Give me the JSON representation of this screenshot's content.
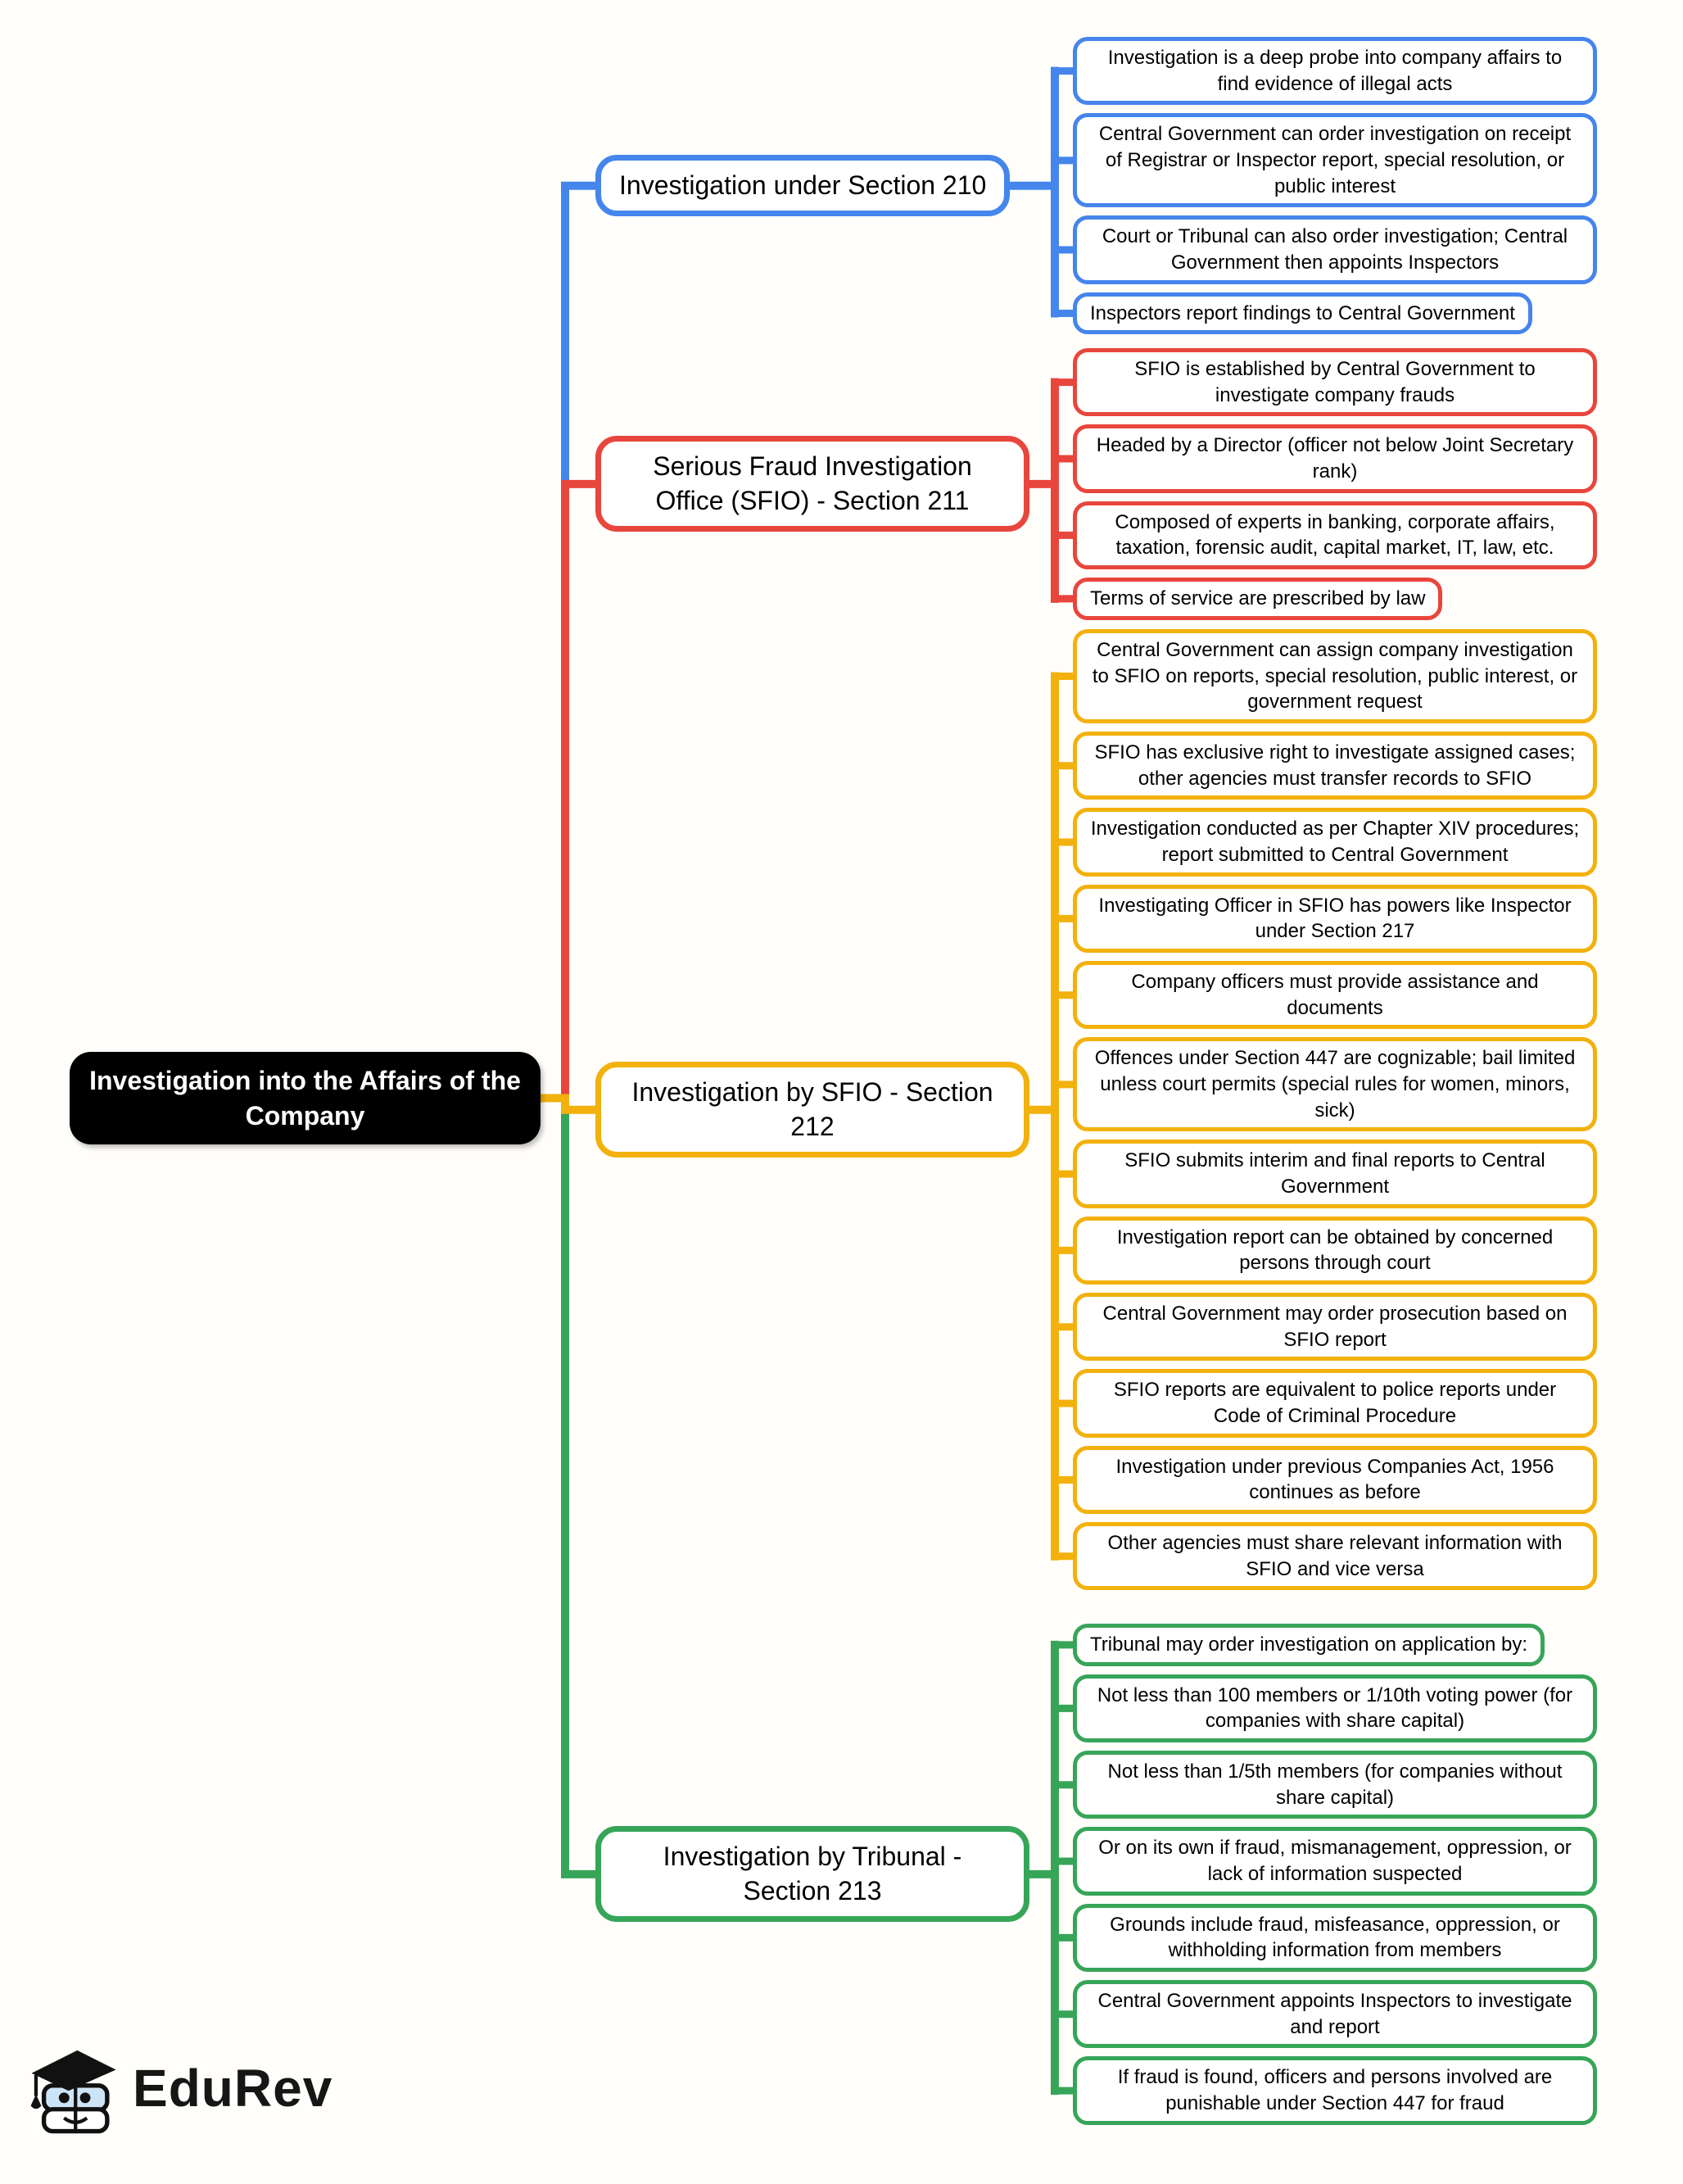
{
  "root": {
    "title": "Investigation into the Affairs of the Company",
    "fill": "#000000",
    "text_color": "#FFFFFF"
  },
  "branches": [
    {
      "label": "Investigation under Section 210",
      "color": "#4585EC",
      "leaves": [
        "Investigation is a deep probe into company affairs to find evidence of illegal acts",
        "Central Government can order investigation on receipt of Registrar or Inspector report, special resolution, or public interest",
        "Court or Tribunal can also order investigation; Central Government then appoints Inspectors",
        "Inspectors report findings to Central Government"
      ]
    },
    {
      "label": "Serious Fraud Investigation Office (SFIO) - Section 211",
      "color": "#E8463C",
      "leaves": [
        "SFIO is established by Central Government to investigate company frauds",
        "Headed by a Director (officer not below Joint Secretary rank)",
        "Composed of experts in banking, corporate affairs, taxation, forensic audit, capital market, IT, law, etc.",
        "Terms of service are prescribed by law"
      ]
    },
    {
      "label": "Investigation by SFIO - Section 212",
      "color": "#F2B10D",
      "leaves": [
        "Central Government can assign company investigation to SFIO on reports, special resolution, public interest, or government request",
        "SFIO has exclusive right to investigate assigned cases; other agencies must transfer records to SFIO",
        "Investigation conducted as per Chapter XIV procedures; report submitted to Central Government",
        "Investigating Officer in SFIO has powers like Inspector under Section 217",
        "Company officers must provide assistance and documents",
        "Offences under Section 447 are cognizable; bail limited unless court permits (special rules for women, minors, sick)",
        "SFIO submits interim and final reports to Central Government",
        "Investigation report can be obtained by concerned persons through court",
        "Central Government may order prosecution based on SFIO report",
        "SFIO reports are equivalent to police reports under Code of Criminal Procedure",
        "Investigation under previous Companies Act, 1956 continues as before",
        "Other agencies must share relevant information with SFIO and vice versa"
      ]
    },
    {
      "label": "Investigation by Tribunal - Section 213",
      "color": "#37A558",
      "leaves": [
        "Tribunal may order investigation on application by:",
        "Not less than 100 members or 1/10th voting power (for companies with share capital)",
        "Not less than 1/5th members (for companies without share capital)",
        "Or on its own if fraud, mismanagement, oppression, or lack of information suspected",
        "Grounds include fraud, misfeasance, oppression, or withholding information from members",
        "Central Government appoints Inspectors to investigate and report",
        "If fraud is found, officers and persons involved are punishable under Section 447 for fraud"
      ]
    }
  ],
  "logo": {
    "text": "EduRev"
  }
}
